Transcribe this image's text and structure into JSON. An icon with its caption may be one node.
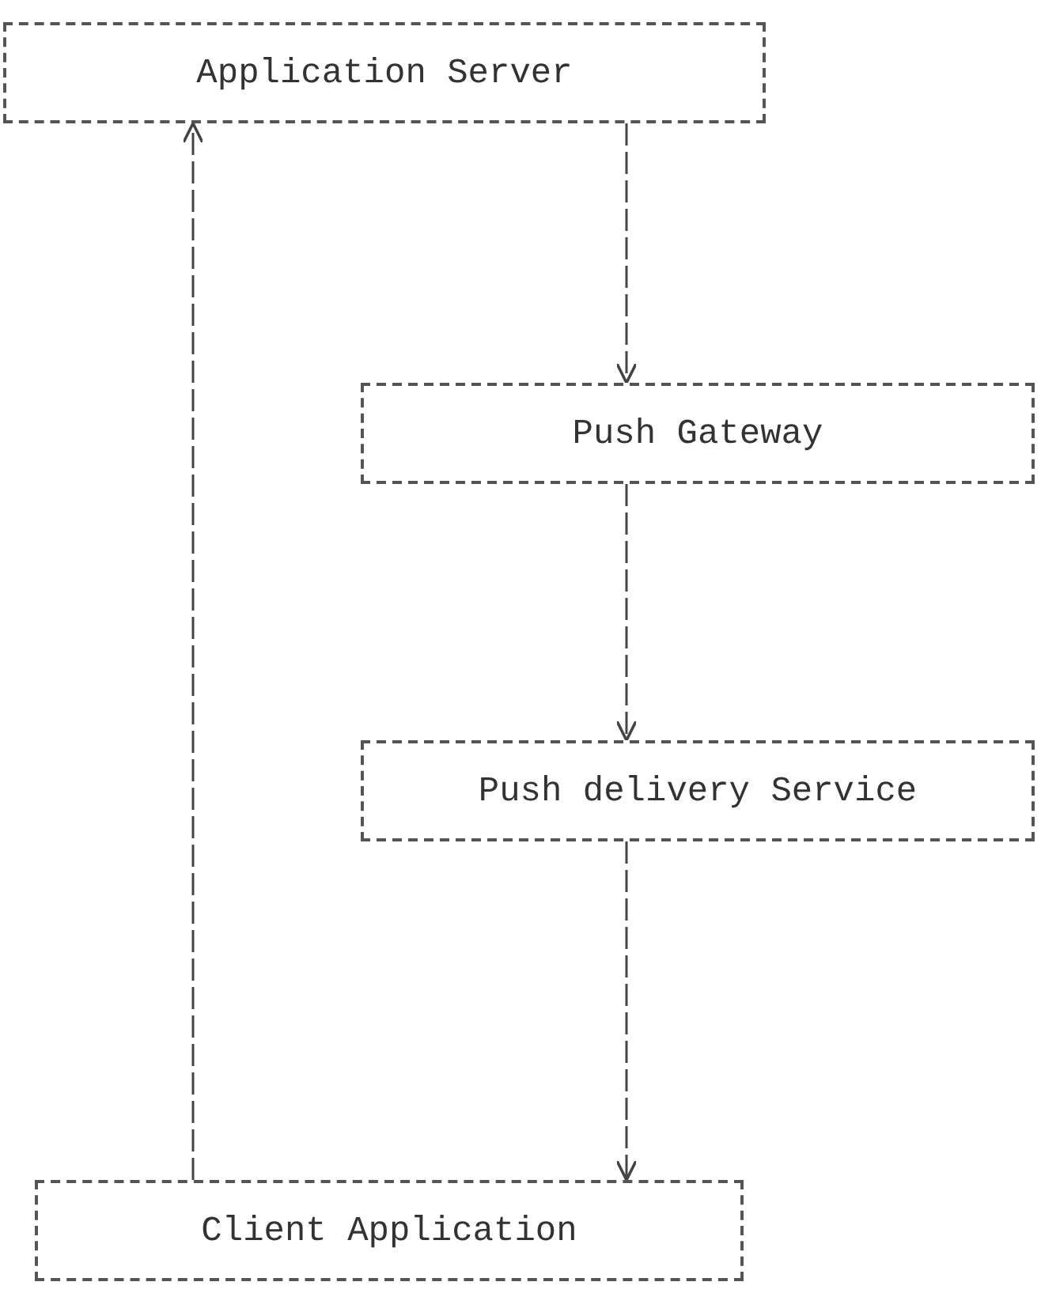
{
  "diagram": {
    "nodes": [
      {
        "text": [
          "Application Server"
        ]
      },
      {
        "text": [
          "Push Gateway"
        ]
      },
      {
        "text": [
          "Push delivery Service"
        ]
      },
      {
        "text": [
          "Client Application"
        ]
      }
    ],
    "edges": [
      {
        "from": 0,
        "to": 1,
        "arrow": "to"
      },
      {
        "from": 1,
        "to": 2,
        "arrow": "to"
      },
      {
        "from": 2,
        "to": 3,
        "arrow": "to"
      },
      {
        "from": 3,
        "to": 0,
        "arrow": "to"
      }
    ]
  }
}
